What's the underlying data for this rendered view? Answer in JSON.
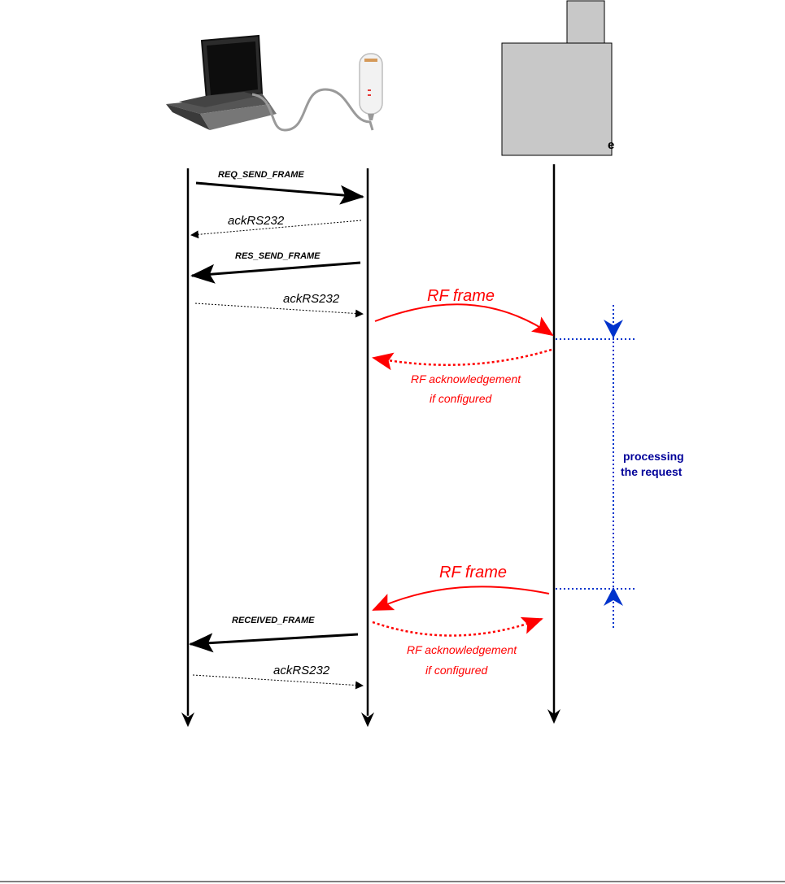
{
  "messages": {
    "req_send_frame": "REQ_SEND_FRAME",
    "ack_1": "ackRS232",
    "res_send_frame": "RES_SEND_FRAME",
    "ack_2": "ackRS232",
    "rf_frame_1": "RF frame",
    "rf_ack_1_line1": "RF acknowledgement",
    "rf_ack_1_line2": "if configured",
    "rf_frame_2": "RF frame",
    "received_frame": "RECEIVED_FRAME",
    "rf_ack_2_line1": "RF acknowledgement",
    "rf_ack_2_line2": "if configured",
    "ack_3": "ackRS232"
  },
  "processing_note": {
    "line1": "processing",
    "line2": "the request"
  },
  "device_label_fragment": "e",
  "colors": {
    "message": "#000000",
    "rf": "#ff0000",
    "processing": "#0033cc",
    "processing_text": "#000099",
    "device_box": "#c8c8c8"
  }
}
